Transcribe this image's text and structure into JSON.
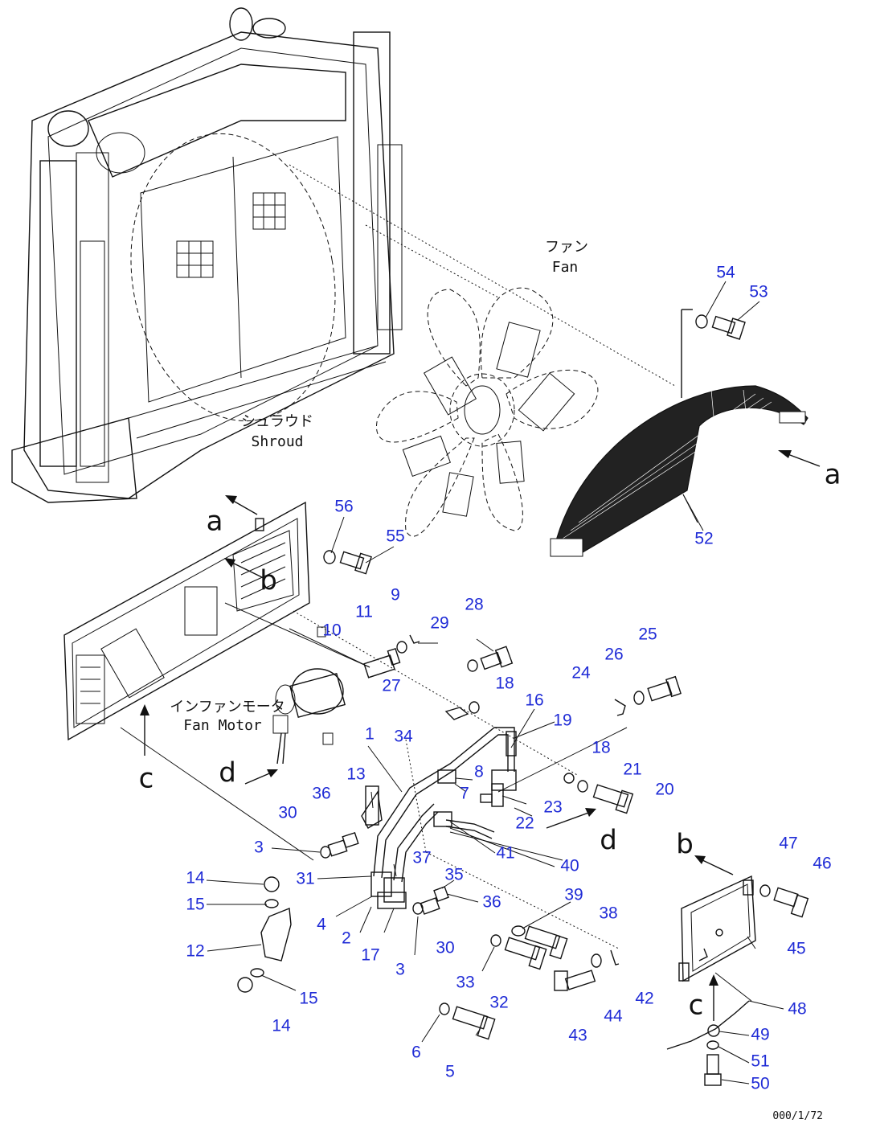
{
  "labels": {
    "fan": {
      "jp": "ファン",
      "en": "Fan"
    },
    "shroud": {
      "jp": "シュラウド",
      "en": "Shroud"
    },
    "fan_motor": {
      "jp": "インファンモータ",
      "en": "Fan Motor"
    }
  },
  "view_refs": [
    "a",
    "a",
    "b",
    "b",
    "c",
    "c",
    "d",
    "d"
  ],
  "part_numbers": [
    "1",
    "2",
    "3",
    "3",
    "4",
    "5",
    "6",
    "7",
    "8",
    "9",
    "10",
    "11",
    "12",
    "13",
    "14",
    "14",
    "15",
    "15",
    "16",
    "17",
    "18",
    "18",
    "19",
    "20",
    "21",
    "22",
    "23",
    "24",
    "25",
    "26",
    "27",
    "28",
    "29",
    "30",
    "30",
    "31",
    "32",
    "33",
    "34",
    "35",
    "36",
    "36",
    "37",
    "38",
    "39",
    "40",
    "41",
    "42",
    "43",
    "44",
    "45",
    "46",
    "47",
    "48",
    "49",
    "50",
    "51",
    "52",
    "53",
    "54",
    "55",
    "56"
  ],
  "drawing_code": "000/1/72",
  "colors": {
    "callout": "#1f2bd6",
    "line": "#111111"
  }
}
